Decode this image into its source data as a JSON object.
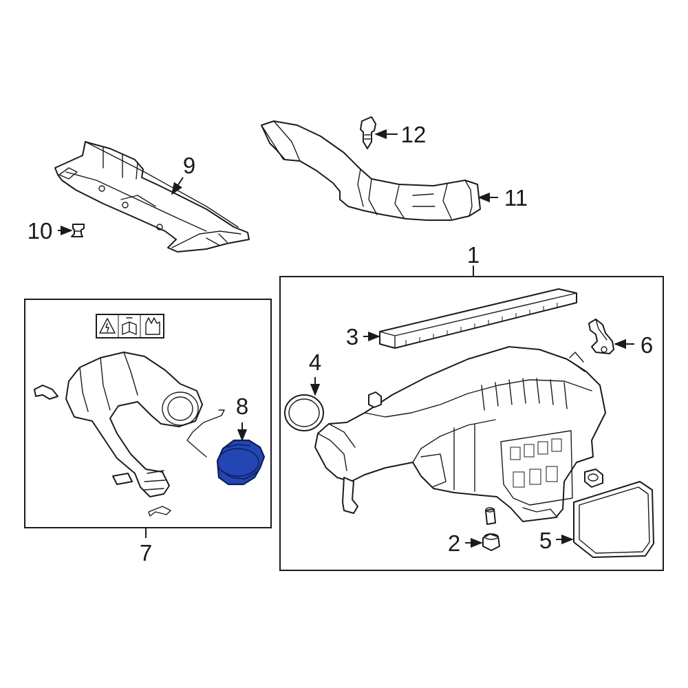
{
  "callouts": {
    "c1": "1",
    "c2": "2",
    "c3": "3",
    "c4": "4",
    "c5": "5",
    "c6": "6",
    "c7": "7",
    "c8": "8",
    "c9": "9",
    "c10": "10",
    "c11": "11",
    "c12": "12"
  },
  "colors": {
    "highlight": "#2346b4",
    "line": "#1a1a1a"
  },
  "icons": [
    "warning-triangle-icon",
    "manual-book-icon",
    "glove-hand-icon"
  ]
}
